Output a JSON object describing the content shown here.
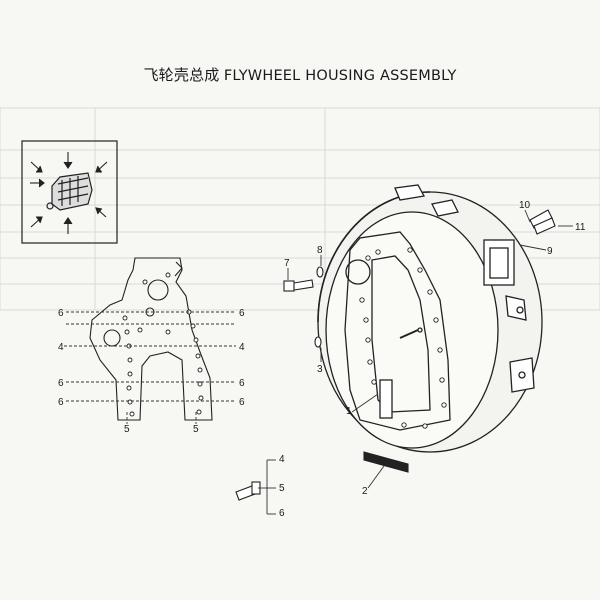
{
  "title": {
    "cn": "飞轮壳总成",
    "en": "FLYWHEEL HOUSING ASSEMBLY"
  },
  "callouts": [
    "1",
    "2",
    "3",
    "4",
    "5",
    "6",
    "7",
    "8",
    "9",
    "10",
    "11"
  ],
  "group_labels": {
    "top": "4",
    "mid": "5",
    "bottom": "6"
  }
}
